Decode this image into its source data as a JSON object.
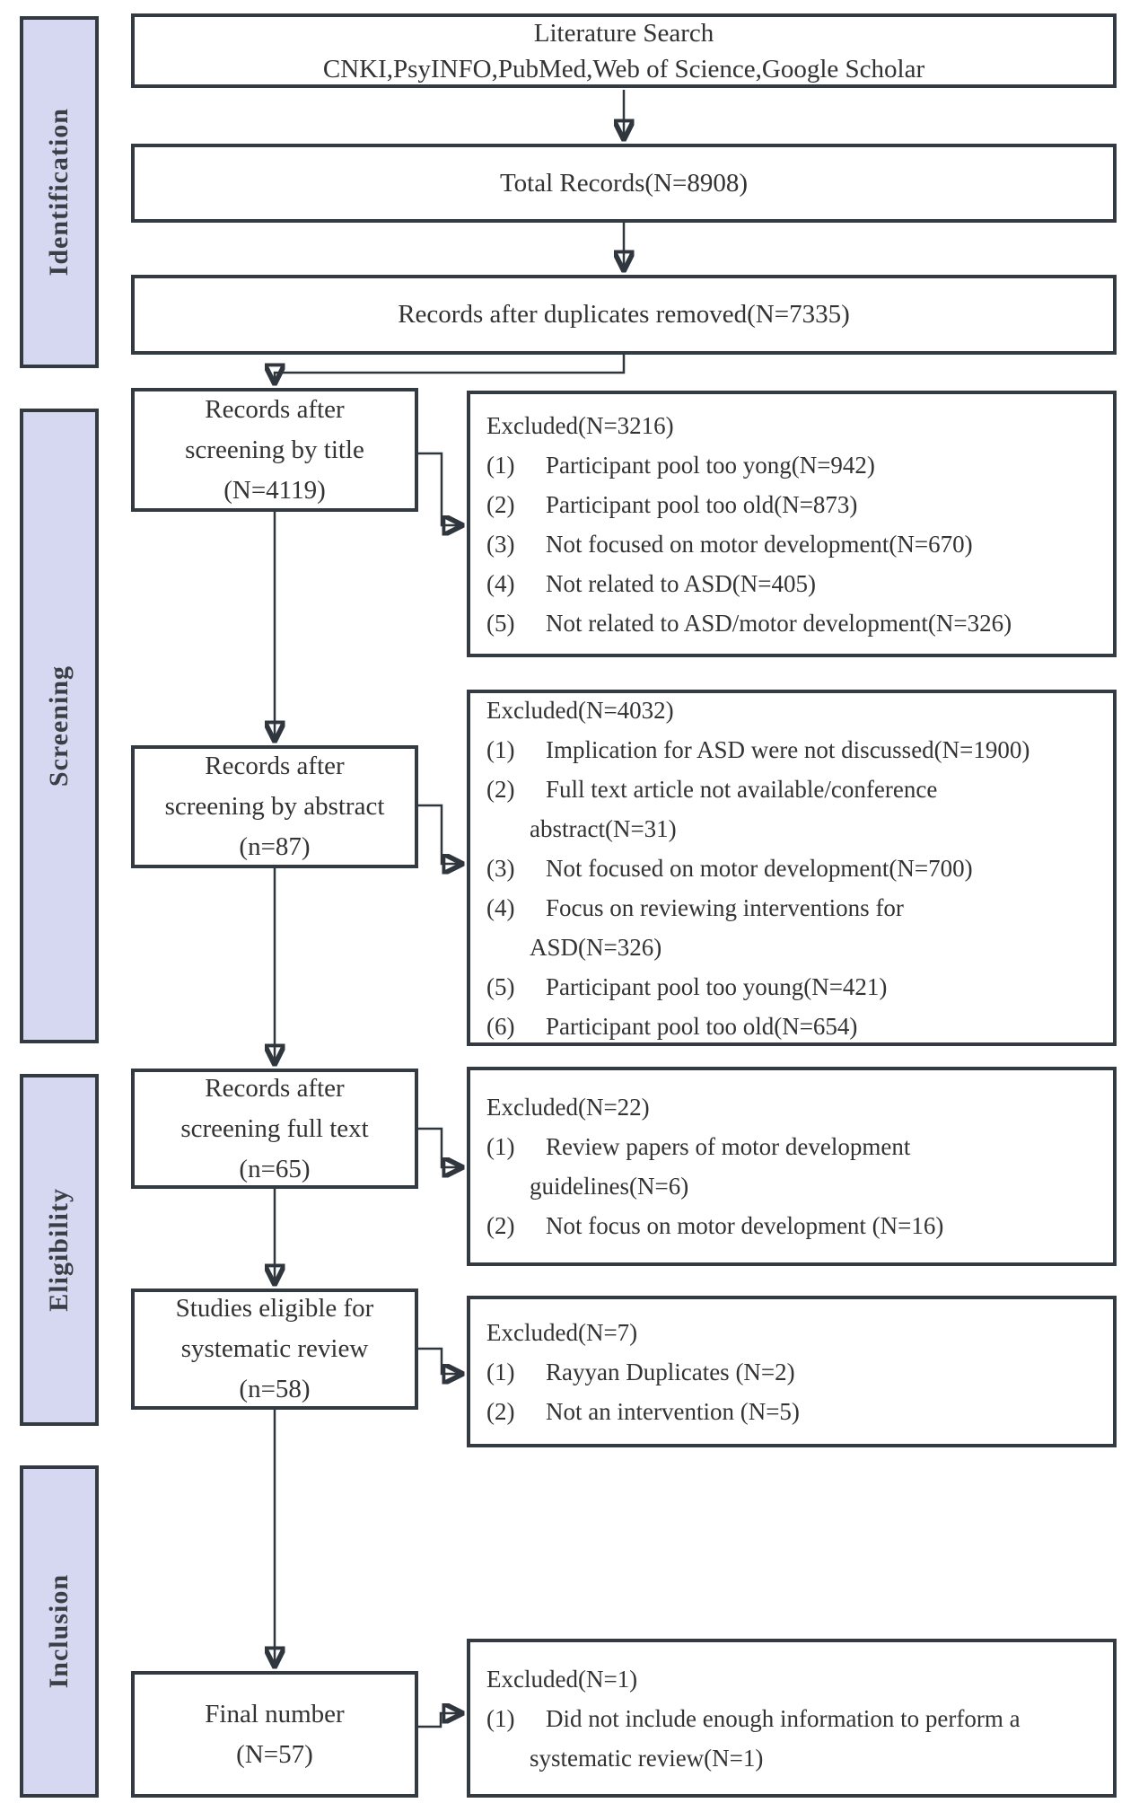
{
  "theme": {
    "background": "#ffffff",
    "box_border": "#343a42",
    "stage_fill": "#d6d8f2",
    "text_color": "#333333",
    "arrow_color": "#30363d"
  },
  "stages": [
    {
      "label": "Identification"
    },
    {
      "label": "Screening"
    },
    {
      "label": "Eligibility"
    },
    {
      "label": "Inclusion"
    }
  ],
  "flow_boxes": {
    "literature_search": {
      "line1": "Literature Search",
      "line2": "CNKI,PsyINFO,PubMed,Web of Science,Google Scholar"
    },
    "total_records": {
      "label": "Total Records(N=8908)"
    },
    "after_duplicates": {
      "label": "Records after duplicates removed(N=7335)"
    },
    "screening_title": {
      "line1": "Records after",
      "line2": "screening by title",
      "line3": "(N=4119)"
    },
    "screening_abstract": {
      "line1": "Records after",
      "line2": "screening by abstract",
      "line3": "(n=87)"
    },
    "screening_fulltext": {
      "line1": "Records after",
      "line2": "screening full text",
      "line3": "(n=65)"
    },
    "eligible": {
      "line1": "Studies eligible for",
      "line2": "systematic review",
      "line3": "(n=58)"
    },
    "final_number": {
      "line1": "Final number",
      "line2": "(N=57)"
    }
  },
  "exclusions": [
    {
      "title": "Excluded(N=3216)",
      "items": [
        {
          "num": "(1)",
          "lines": [
            "Participant pool too yong(N=942)"
          ]
        },
        {
          "num": "(2)",
          "lines": [
            "Participant pool too old(N=873)"
          ]
        },
        {
          "num": "(3)",
          "lines": [
            "Not focused on motor development(N=670)"
          ]
        },
        {
          "num": "(4)",
          "lines": [
            "Not related to ASD(N=405)"
          ]
        },
        {
          "num": "(5)",
          "lines": [
            "Not related to ASD/motor development(N=326)"
          ]
        }
      ]
    },
    {
      "title": "Excluded(N=4032)",
      "items": [
        {
          "num": "(1)",
          "lines": [
            "Implication for ASD were not discussed(N=1900)"
          ]
        },
        {
          "num": "(2)",
          "lines": [
            "Full text article not available/conference",
            "abstract(N=31)"
          ]
        },
        {
          "num": "(3)",
          "lines": [
            "Not focused on motor development(N=700)"
          ]
        },
        {
          "num": "(4)",
          "lines": [
            "Focus on reviewing interventions for",
            "ASD(N=326)"
          ]
        },
        {
          "num": "(5)",
          "lines": [
            "Participant pool too young(N=421)"
          ]
        },
        {
          "num": "(6)",
          "lines": [
            "Participant pool too old(N=654)"
          ]
        }
      ]
    },
    {
      "title": "Excluded(N=22)",
      "items": [
        {
          "num": "(1)",
          "lines": [
            "Review papers of motor development",
            "guidelines(N=6)"
          ]
        },
        {
          "num": "(2)",
          "lines": [
            "Not focus on motor development (N=16)"
          ]
        }
      ]
    },
    {
      "title": "Excluded(N=7)",
      "items": [
        {
          "num": "(1)",
          "lines": [
            "Rayyan Duplicates (N=2)"
          ]
        },
        {
          "num": "(2)",
          "lines": [
            "Not an intervention (N=5)"
          ]
        }
      ]
    },
    {
      "title": "Excluded(N=1)",
      "items": [
        {
          "num": "(1)",
          "lines": [
            "Did not include enough information to perform a",
            "systematic review(N=1)"
          ]
        }
      ]
    }
  ]
}
